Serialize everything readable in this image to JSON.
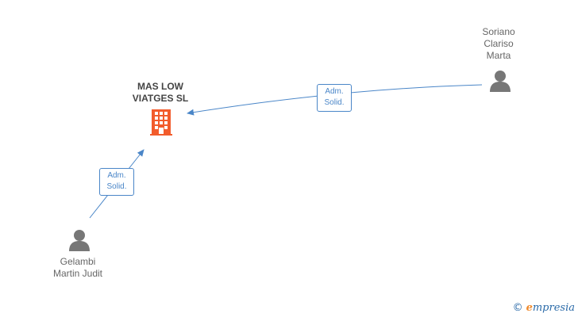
{
  "company": {
    "name_line1": "MAS LOW",
    "name_line2": "VIATGES SL",
    "icon": "building-icon",
    "color": "#f25c2c"
  },
  "people": [
    {
      "line1": "Soriano",
      "line2": "Clariso",
      "line3": "Marta",
      "icon": "person-icon"
    },
    {
      "line1": "Gelambi",
      "line2": "Martin Judit",
      "icon": "person-icon"
    }
  ],
  "edges": [
    {
      "from": "Soriano Clariso Marta",
      "to": "MAS LOW VIATGES SL",
      "line1": "Adm.",
      "line2": "Solid."
    },
    {
      "from": "Gelambi Martin Judit",
      "to": "MAS LOW VIATGES SL",
      "line1": "Adm.",
      "line2": "Solid."
    }
  ],
  "colors": {
    "edge": "#4a86c8",
    "person": "#777777"
  },
  "watermark": {
    "copyright": "©",
    "brand_first": "e",
    "brand_rest": "mpresia"
  }
}
